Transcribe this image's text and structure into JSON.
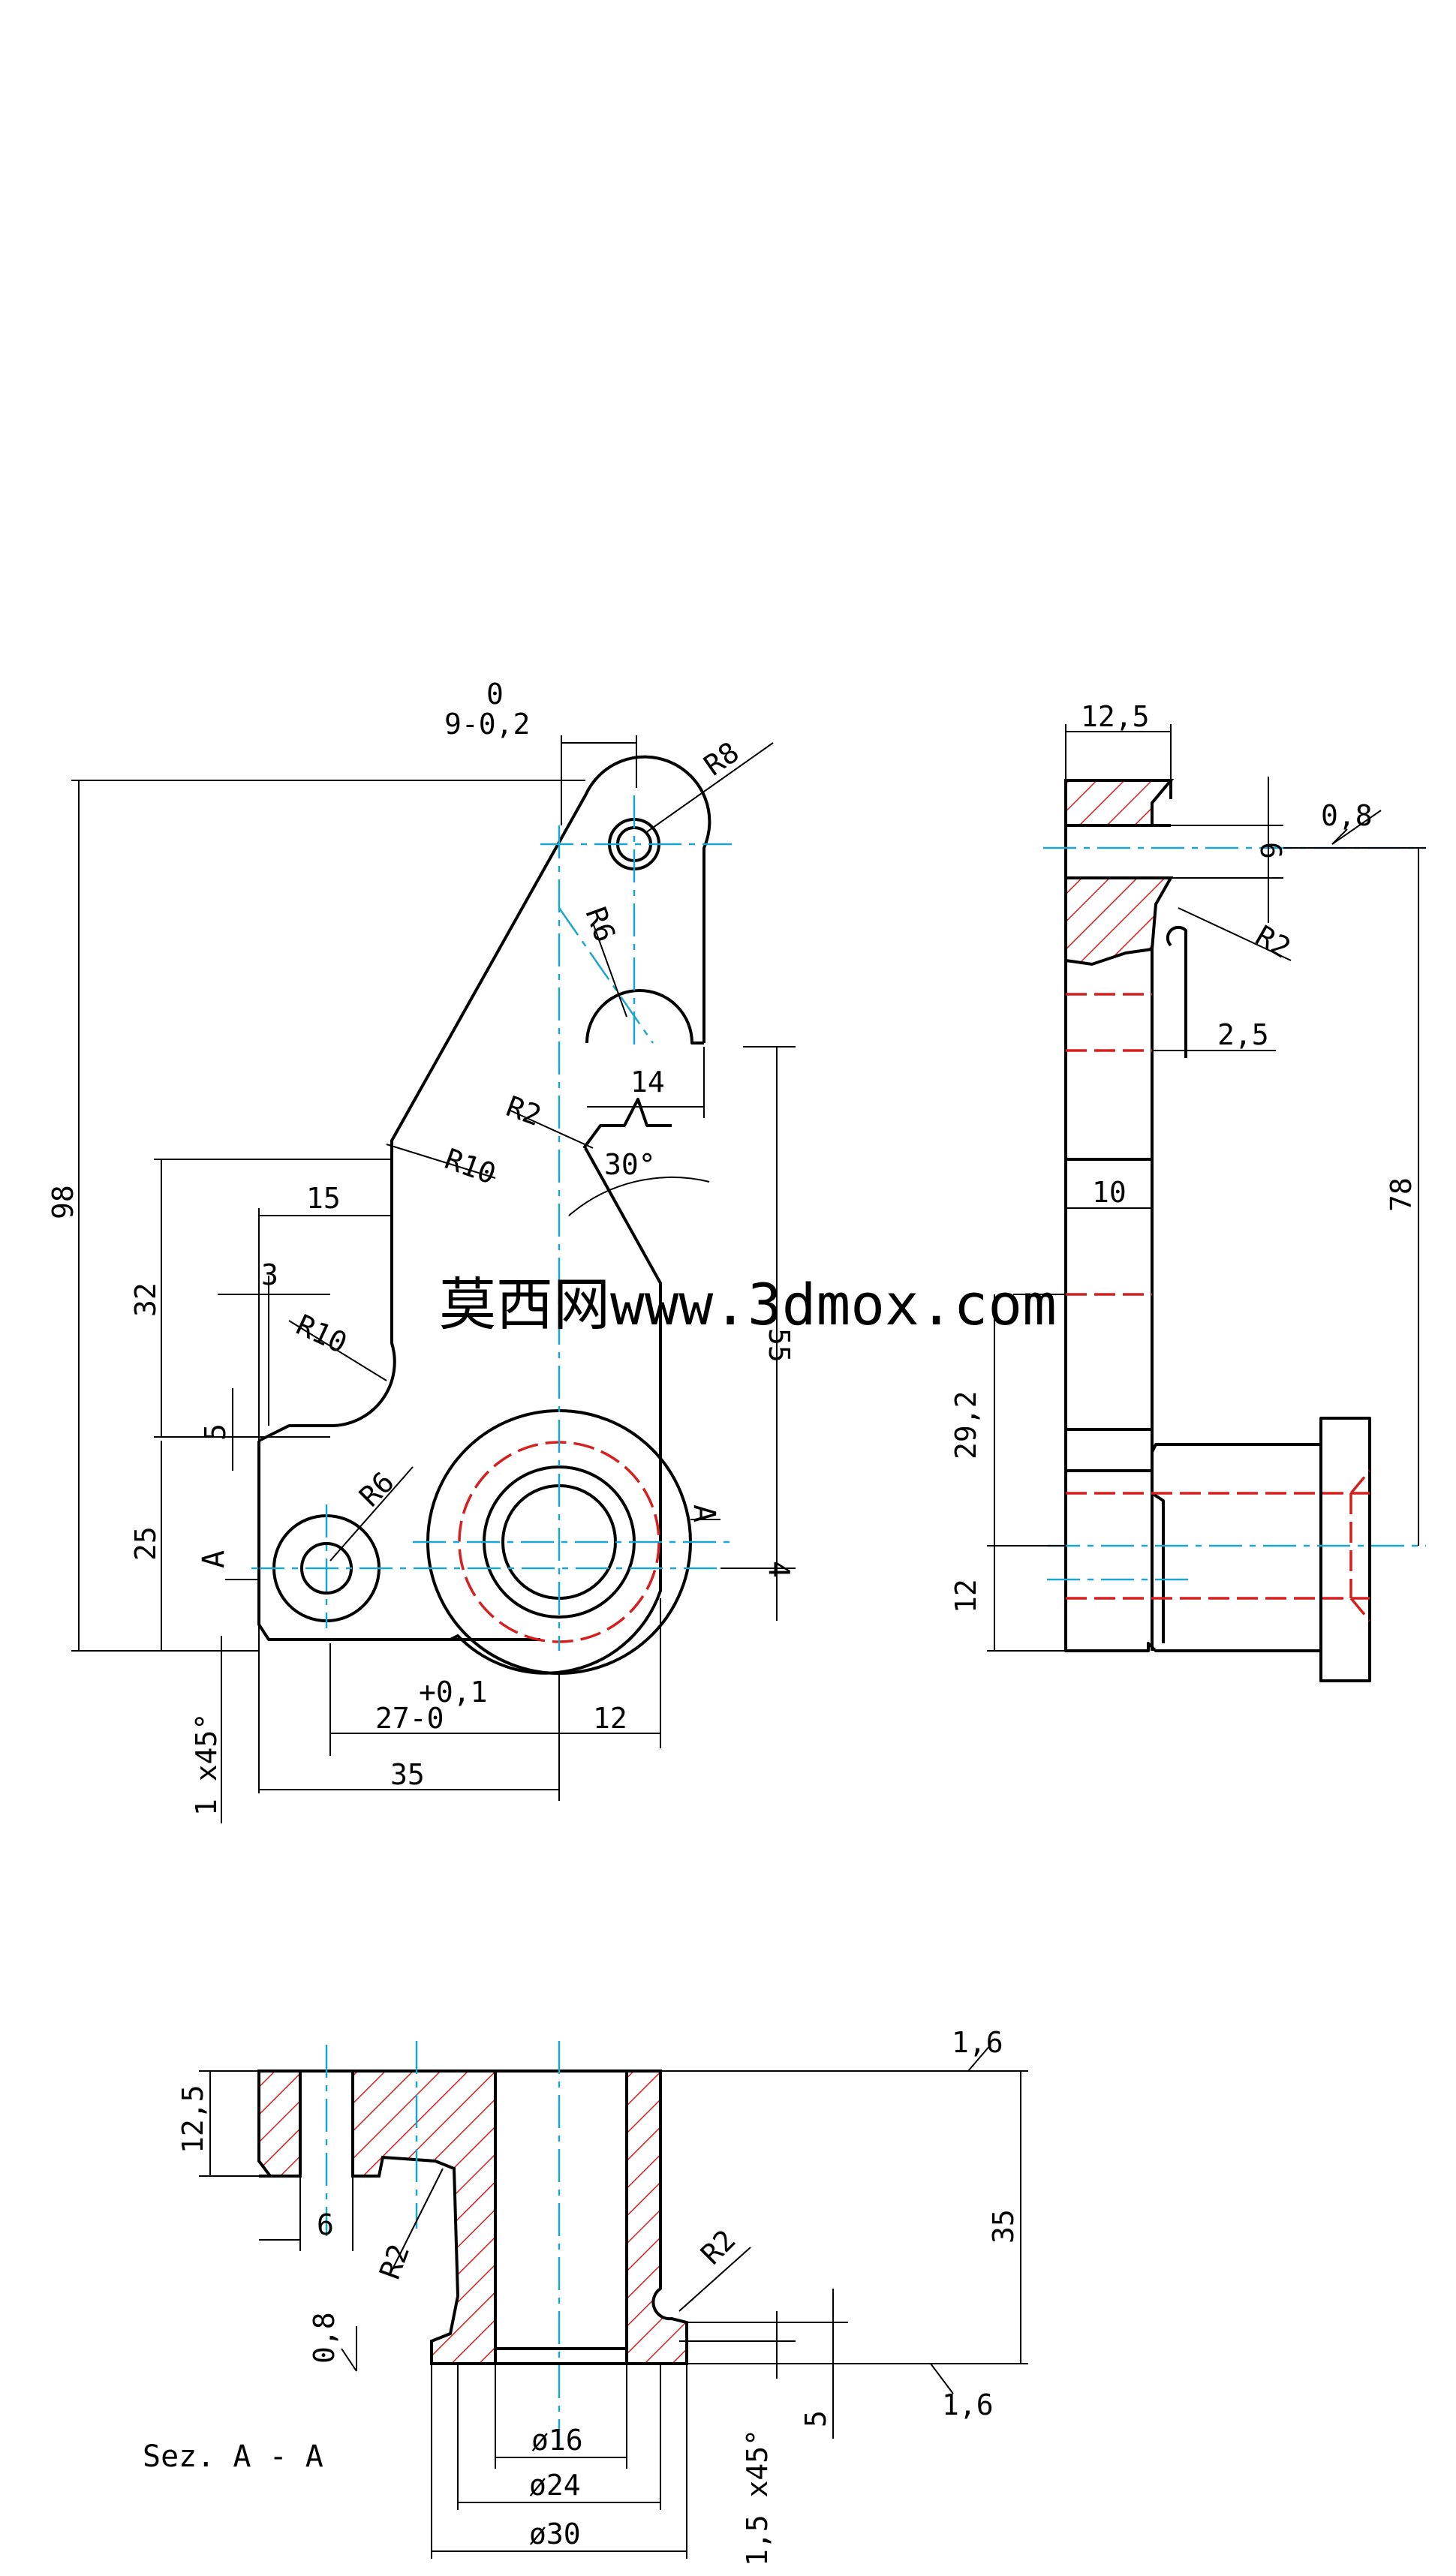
{
  "watermark": "莫西网www.3dmox.com",
  "section_label": "Sez. A - A",
  "front_view": {
    "dims": {
      "tol_top": "0",
      "width_9": "9-0,2",
      "r8": "R8",
      "r6_slot": "R6",
      "d14": "14",
      "r2": "R2",
      "angle30": "30°",
      "r10_upper": "R10",
      "d15": "15",
      "d3": "3",
      "r10_lower": "R10",
      "d98": "98",
      "d32": "32",
      "d5": "5",
      "d25": "25",
      "r6_hole": "R6",
      "cut_a_left": "A",
      "cut_a_right": "A",
      "d55": "55",
      "d4": "4",
      "tol_plus": "+0,1",
      "d27": "27-0",
      "d12": "12",
      "d35": "35",
      "chamfer": "1 x45°"
    }
  },
  "side_view": {
    "dims": {
      "d12_5": "12,5",
      "roughness": "0,8",
      "d6": "6",
      "r2": "R2",
      "d2_5": "2,5",
      "d10": "10",
      "d78": "78",
      "d29_2": "29,2",
      "d12": "12"
    }
  },
  "section_view": {
    "dims": {
      "roughness_top": "1,6",
      "d12_5": "12,5",
      "d6": "6",
      "r2_left": "R2",
      "roughness_left": "0,8",
      "r2_right": "R2",
      "d35": "35",
      "roughness_bottom": "1,6",
      "dia16": "ø16",
      "dia24": "ø24",
      "dia30": "ø30",
      "chamfer": "1,5 x45°",
      "d5": "5"
    }
  }
}
